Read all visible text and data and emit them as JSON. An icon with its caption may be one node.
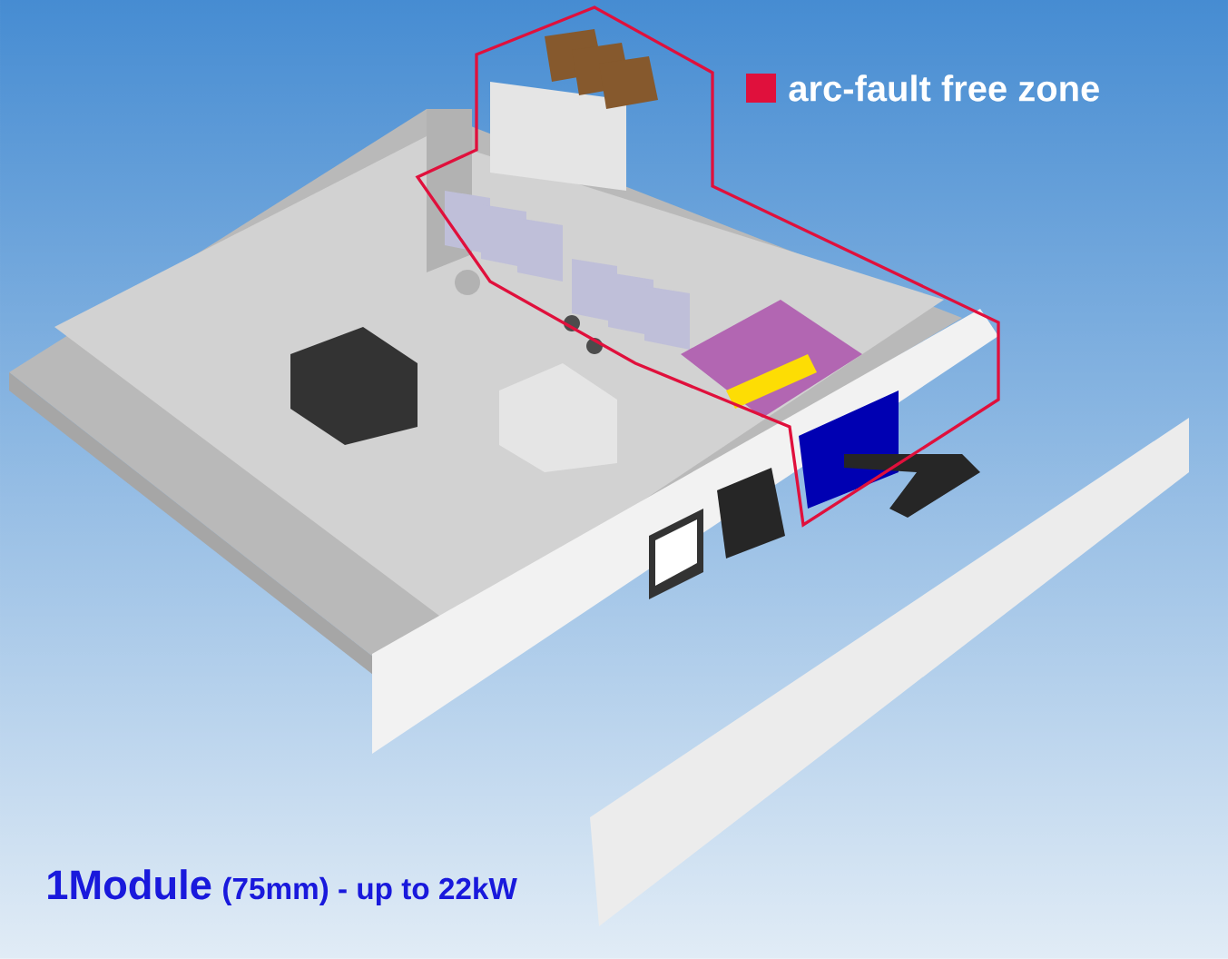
{
  "diagram": {
    "labels": [
      "1Module",
      "(75mm) - up to 22kW"
    ],
    "legend": [
      {
        "text": "arc-fault free zone",
        "color": "#e0103c"
      }
    ]
  }
}
